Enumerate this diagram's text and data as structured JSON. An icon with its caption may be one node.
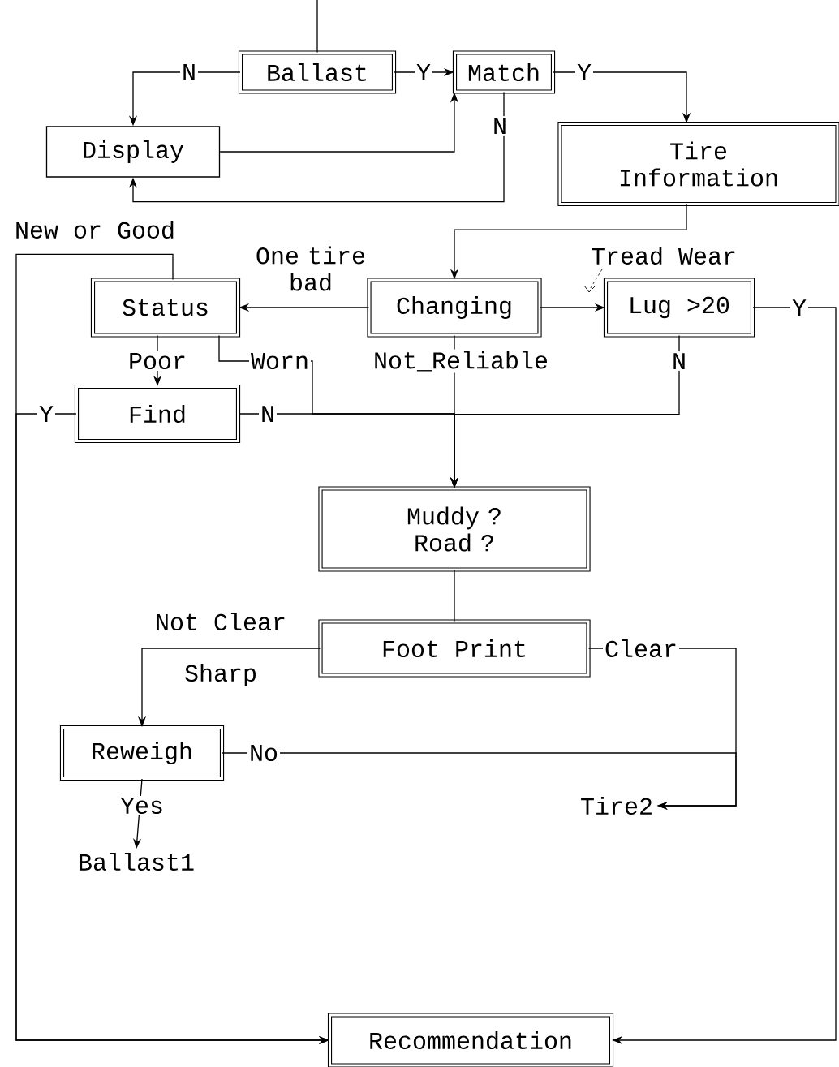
{
  "diagram": {
    "nodes": [
      {
        "text": [
          "Ballast"
        ]
      },
      {
        "text": [
          "Match"
        ]
      },
      {
        "text": [
          "Display"
        ]
      },
      {
        "text": [
          "Tire Information"
        ]
      },
      {
        "text": [
          "Status"
        ]
      },
      {
        "text": [
          "Changing"
        ]
      },
      {
        "text": [
          "Lug >20"
        ]
      },
      {
        "text": [
          "Find"
        ]
      },
      {
        "text": [
          "Muddy ? Road ?"
        ]
      },
      {
        "text": [
          "Foot Print"
        ]
      },
      {
        "text": [
          "Reweigh"
        ]
      },
      {
        "text": [
          "Ballast1"
        ]
      },
      {
        "text": [
          "Tire2"
        ]
      },
      {
        "text": [
          "Recommendation"
        ]
      }
    ],
    "edges": [
      {
        "from": null,
        "to": 0,
        "arrow": "none"
      },
      {
        "from": 0,
        "to": 1,
        "arrow": "to",
        "label": "Y"
      },
      {
        "from": 0,
        "to": 2,
        "arrow": "to",
        "label": "N"
      },
      {
        "from": 2,
        "to": 1,
        "arrow": "to"
      },
      {
        "from": 1,
        "to": 2,
        "arrow": "to",
        "label": "N"
      },
      {
        "from": 1,
        "to": 3,
        "arrow": "to",
        "label": "Y"
      },
      {
        "from": 3,
        "to": 5,
        "arrow": "to"
      },
      {
        "from": 5,
        "to": 4,
        "arrow": "to",
        "label": "One tire bad"
      },
      {
        "from": 5,
        "to": 6,
        "arrow": "to",
        "label": "Tread Wear"
      },
      {
        "from": 6,
        "to": 13,
        "arrow": "to",
        "label": "Y"
      },
      {
        "from": 4,
        "to": 7,
        "arrow": "to",
        "label": "Poor"
      },
      {
        "from": 4,
        "to": 8,
        "arrow": "to",
        "label": "Worn"
      },
      {
        "from": 7,
        "to": 8,
        "arrow": "to",
        "label": "N"
      },
      {
        "from": 6,
        "to": 8,
        "arrow": "to",
        "label": "N"
      },
      {
        "from": 5,
        "to": 8,
        "arrow": "to",
        "label": "Not_Reliable"
      },
      {
        "from": 4,
        "to": 13,
        "arrow": "to",
        "label": "New or Good"
      },
      {
        "from": 7,
        "to": 13,
        "arrow": "to",
        "label": "Y"
      },
      {
        "from": 8,
        "to": 9,
        "arrow": "none"
      },
      {
        "from": 9,
        "to": 10,
        "arrow": "to",
        "label": "Not Clear"
      },
      {
        "from": 9,
        "to": 12,
        "arrow": "to",
        "label": "Clear"
      },
      {
        "from": 10,
        "to": 12,
        "arrow": "to",
        "label": "No"
      },
      {
        "from": 10,
        "to": 11,
        "arrow": "to",
        "label": "Yes"
      }
    ],
    "labels": [
      "Sharp"
    ]
  }
}
